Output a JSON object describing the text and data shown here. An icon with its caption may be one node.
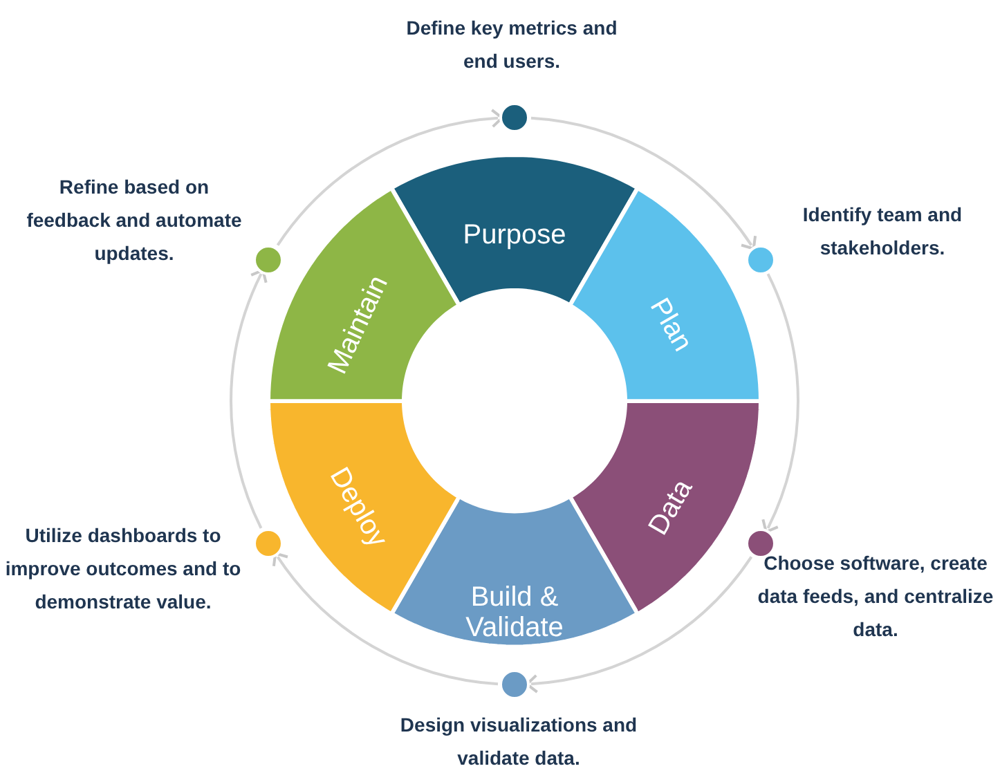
{
  "diagram": {
    "nodes": [
      {
        "text": [
          "Purpose"
        ]
      },
      {
        "text": [
          "Plan"
        ]
      },
      {
        "text": [
          "Data"
        ]
      },
      {
        "text": [
          "Build & Validate"
        ]
      },
      {
        "text": [
          "Deploy"
        ]
      },
      {
        "text": [
          "Maintain"
        ]
      },
      {
        "text": [],
        "shape": "circle",
        "beside": [
          "Define key metrics and end users."
        ]
      },
      {
        "text": [],
        "shape": "circle",
        "beside": [
          "Identify team and stakeholders."
        ]
      },
      {
        "text": [],
        "shape": "circle",
        "beside": [
          "Choose software, create data feeds, and centralize data."
        ]
      },
      {
        "text": [],
        "shape": "circle",
        "beside": [
          "Design visualizations and validate data."
        ]
      },
      {
        "text": [],
        "shape": "circle",
        "beside": [
          "Utilize dashboards to improve outcomes and to demonstrate value."
        ]
      },
      {
        "text": [],
        "shape": "circle",
        "beside": [
          "Refine based on feedback and automate updates."
        ]
      }
    ],
    "edges": [
      {
        "from": 6,
        "to": 7,
        "arrow": "to"
      },
      {
        "from": 7,
        "to": 8,
        "arrow": "to"
      },
      {
        "from": 8,
        "to": 9,
        "arrow": "to"
      },
      {
        "from": 9,
        "to": 10,
        "arrow": "to"
      },
      {
        "from": 10,
        "to": 11,
        "arrow": "to"
      },
      {
        "from": 11,
        "to": 6,
        "arrow": "to"
      }
    ]
  }
}
